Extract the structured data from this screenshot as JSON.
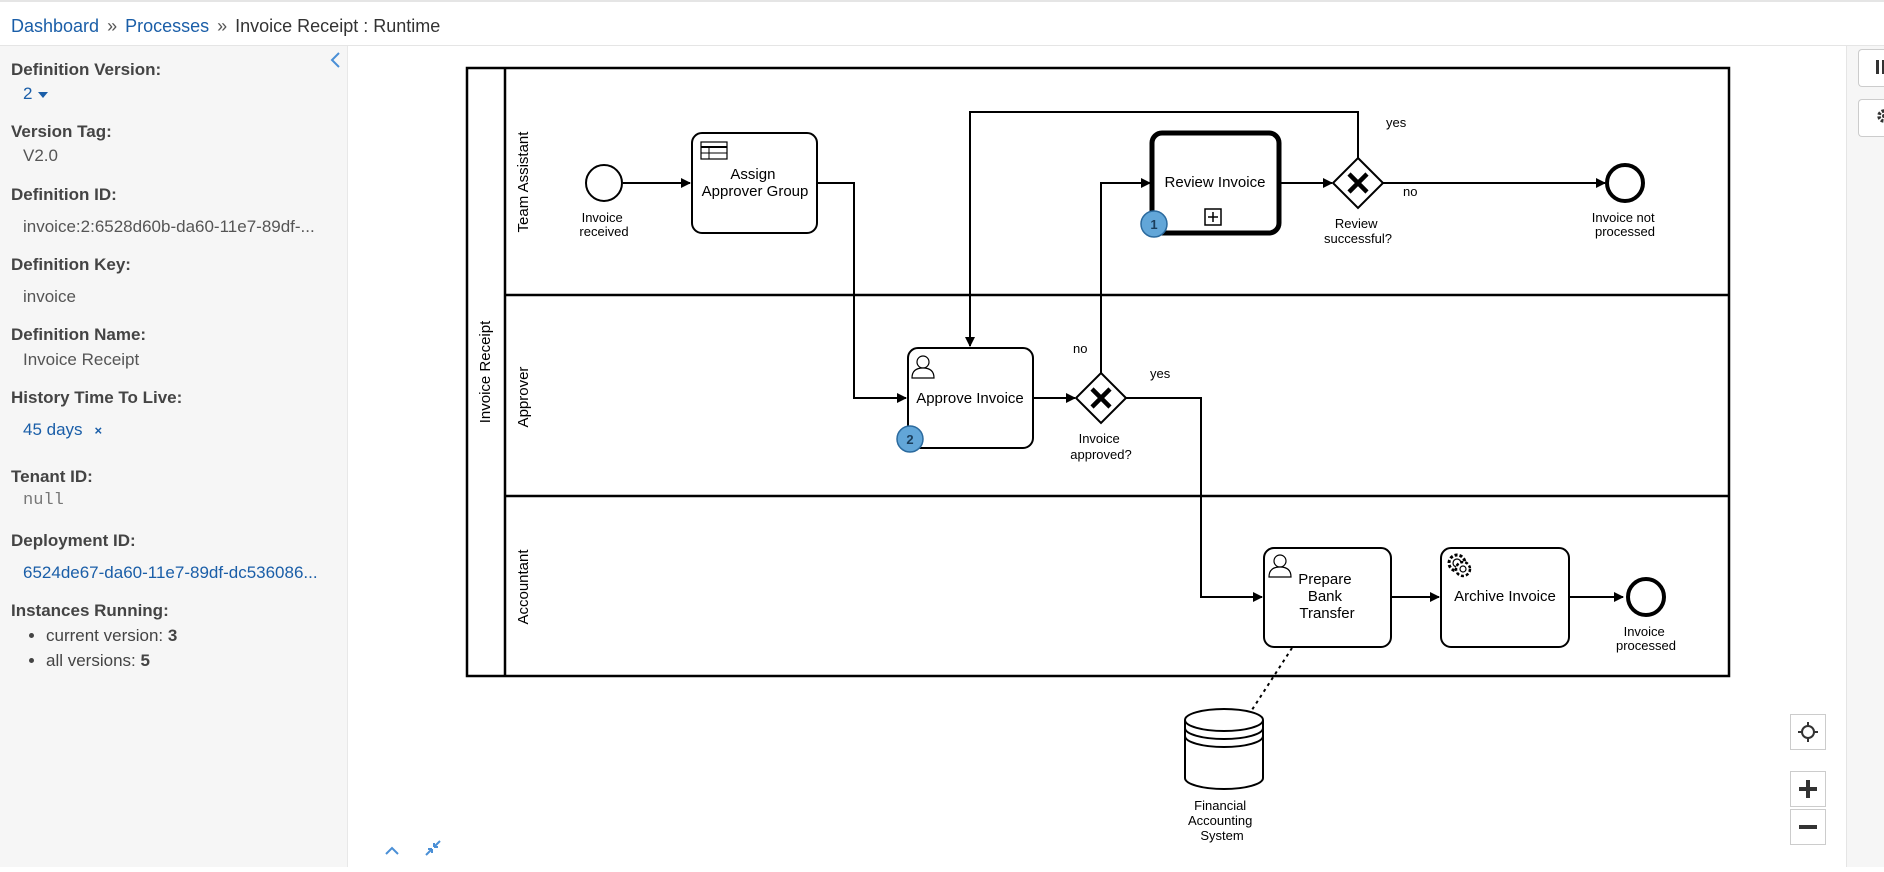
{
  "breadcrumb": {
    "dashboard": "Dashboard",
    "processes": "Processes",
    "separator": "»",
    "current": "Invoice Receipt : Runtime"
  },
  "sidebar": {
    "definition_version": {
      "label": "Definition Version:",
      "value": "2"
    },
    "version_tag": {
      "label": "Version Tag:",
      "value": "V2.0"
    },
    "definition_id": {
      "label": "Definition ID:",
      "value": "invoice:2:6528d60b-da60-11e7-89df-..."
    },
    "definition_key": {
      "label": "Definition Key:",
      "value": "invoice"
    },
    "definition_name": {
      "label": "Definition Name:",
      "value": "Invoice Receipt"
    },
    "history_ttl": {
      "label": "History Time To Live:",
      "value": "45 days",
      "remove": "×"
    },
    "tenant_id": {
      "label": "Tenant ID:",
      "value": "null"
    },
    "deployment_id": {
      "label": "Deployment ID:",
      "value": "6524de67-da60-11e7-89df-dc536086..."
    },
    "instances_running": {
      "label": "Instances Running:",
      "current_label": "current version: ",
      "current_value": "3",
      "all_label": "all versions: ",
      "all_value": "5"
    }
  },
  "diagram": {
    "pool": "Invoice Receipt",
    "lanes": [
      "Team Assistant",
      "Approver",
      "Accountant"
    ],
    "start_event": [
      "Invoice",
      "received"
    ],
    "assign_task": [
      "Assign",
      "Approver Group"
    ],
    "review_task": "Review Invoice",
    "review_badge": "1",
    "review_gateway": [
      "Review",
      "successful?"
    ],
    "yes_label": "yes",
    "no_label": "no",
    "end_not_processed": [
      "Invoice not",
      "processed"
    ],
    "approve_task": "Approve Invoice",
    "approve_badge": "2",
    "approve_gateway": [
      "Invoice",
      "approved?"
    ],
    "prepare_task": [
      "Prepare",
      "Bank",
      "Transfer"
    ],
    "archive_task": "Archive Invoice",
    "end_processed": [
      "Invoice",
      "processed"
    ],
    "datastore": [
      "Financial",
      "Accounting",
      "System"
    ]
  },
  "icons": {
    "collapse": "chevron-left-icon",
    "zoom_in": "plus-icon",
    "zoom_out": "minus-icon",
    "reset": "crosshair-icon",
    "settings": "gear-icon"
  }
}
